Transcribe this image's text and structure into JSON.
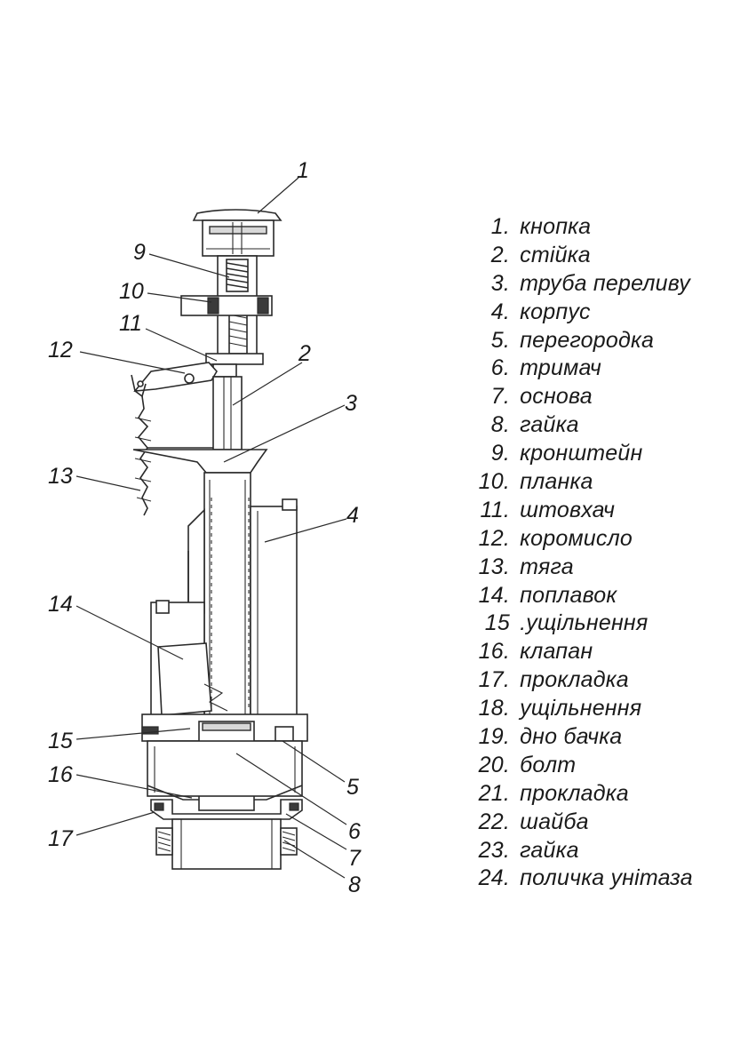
{
  "callouts": [
    {
      "n": "1"
    },
    {
      "n": "2"
    },
    {
      "n": "3"
    },
    {
      "n": "4"
    },
    {
      "n": "5"
    },
    {
      "n": "6"
    },
    {
      "n": "7"
    },
    {
      "n": "8"
    },
    {
      "n": "9"
    },
    {
      "n": "10"
    },
    {
      "n": "11"
    },
    {
      "n": "12"
    },
    {
      "n": "13"
    },
    {
      "n": "14"
    },
    {
      "n": "15"
    },
    {
      "n": "16"
    },
    {
      "n": "17"
    }
  ],
  "legend": [
    {
      "num": "1.",
      "label": "кнопка"
    },
    {
      "num": "2.",
      "label": "стійка"
    },
    {
      "num": "3.",
      "label": "труба переливу"
    },
    {
      "num": "4.",
      "label": "корпус"
    },
    {
      "num": "5.",
      "label": "перегородка"
    },
    {
      "num": "6.",
      "label": "тримач"
    },
    {
      "num": "7.",
      "label": "основа"
    },
    {
      "num": "8.",
      "label": "гайка"
    },
    {
      "num": "9.",
      "label": "кронштейн"
    },
    {
      "num": "10.",
      "label": "планка"
    },
    {
      "num": "11.",
      "label": "штовхач"
    },
    {
      "num": "12.",
      "label": "коромисло"
    },
    {
      "num": "13.",
      "label": "тяга"
    },
    {
      "num": "14.",
      "label": "поплавок"
    },
    {
      "num": "15",
      "label": ".ущільнення"
    },
    {
      "num": "16.",
      "label": "клапан"
    },
    {
      "num": "17.",
      "label": "прокладка"
    },
    {
      "num": "18.",
      "label": "ущільнення"
    },
    {
      "num": "19.",
      "label": "дно бачка"
    },
    {
      "num": "20.",
      "label": "болт"
    },
    {
      "num": "21.",
      "label": "прокладка"
    },
    {
      "num": "22.",
      "label": "шайба"
    },
    {
      "num": "23.",
      "label": "гайка"
    },
    {
      "num": "24.",
      "label": "поличка унітаза"
    }
  ]
}
